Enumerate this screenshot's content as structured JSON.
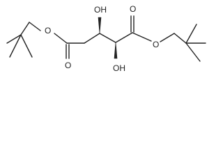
{
  "molecule": {
    "atoms": {
      "ester_oxygen_left": "O",
      "carbonyl_oxygen_left": "O",
      "hydroxyl_top": "OH",
      "carbonyl_oxygen_right": "O",
      "ester_oxygen_right": "O",
      "hydroxyl_bottom": "OH"
    }
  }
}
